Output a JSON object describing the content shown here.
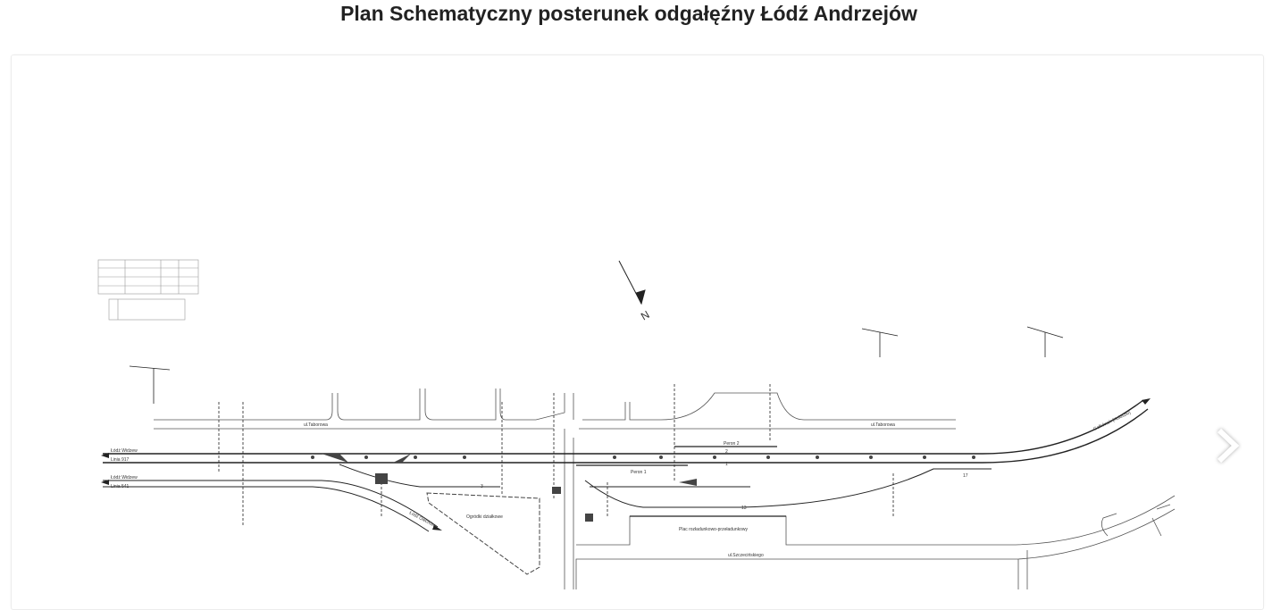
{
  "page": {
    "title": "Plan Schematyczny posterunek odgałęźny Łódź Andrzejów"
  },
  "viewer": {
    "next_icon": "chevron-right-icon",
    "image_labels": {
      "platform_1": "Peron 1",
      "platform_2": "Peron 2",
      "allotments": "Ogródki działkowe",
      "street_taborowa": "ul.Taborowa",
      "street_bottom": "ul.Szczecińskiego",
      "plaza": "Plac rozładunkowo-przeładunkowy",
      "line_917": "Linia 917",
      "line_541": "Linia 541",
      "widzew_1": "Łódź Widzew",
      "widzew_2": "Łódź Widzew",
      "olechow": "Łódź Olechów",
      "koluszki": "Gałkówek (Koluszki)",
      "track_1": "1",
      "track_2": "2",
      "track_3": "3",
      "track_13": "13",
      "track_17": "17",
      "north": "N"
    }
  },
  "colors": {
    "line": "#222222",
    "chevron": "#ffffff"
  }
}
